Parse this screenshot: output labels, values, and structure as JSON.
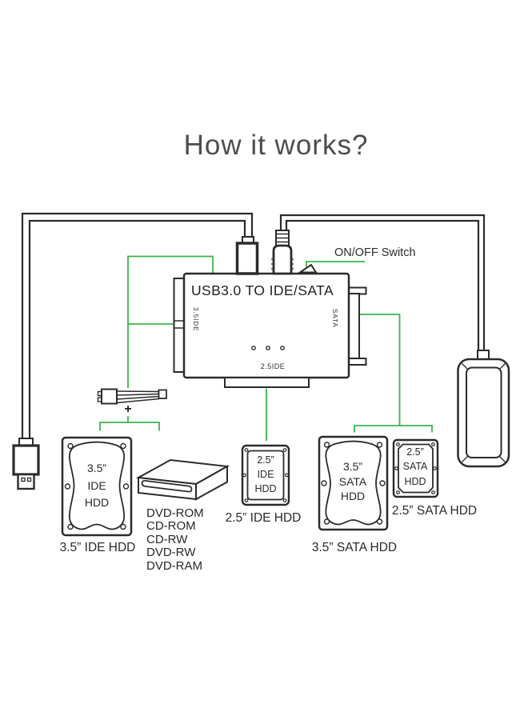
{
  "title": "How it works?",
  "colors": {
    "line": "#2b2b2b",
    "green": "#3cb44a",
    "text_primary": "#4d4d4d"
  },
  "adapter": {
    "label": "USB3.0 TO IDE/SATA",
    "left_port": "3.5IDE",
    "right_port": "SATA",
    "bottom_port": "2.5IDE"
  },
  "annotations": {
    "switch": "ON/OFF Switch",
    "plus": "+"
  },
  "devices": {
    "hdd_35_ide": {
      "line1": "3.5”",
      "line2": "IDE",
      "line3": "HDD",
      "caption": "3.5”  IDE HDD"
    },
    "optical": {
      "m1": "DVD-ROM",
      "m2": "CD-ROM",
      "m3": "CD-RW",
      "m4": "DVD-RW",
      "m5": "DVD-RAM"
    },
    "hdd_25_ide": {
      "line1": "2.5”",
      "line2": "IDE",
      "line3": "HDD",
      "caption": "2.5”  IDE HDD"
    },
    "hdd_35_sata": {
      "line1": "3.5”",
      "line2": "SATA",
      "line3": "HDD",
      "caption": "3.5”  SATA HDD"
    },
    "hdd_25_sata": {
      "line1": "2.5”",
      "line2": "SATA",
      "line3": "HDD",
      "caption": "2.5”  SATA HDD"
    }
  }
}
